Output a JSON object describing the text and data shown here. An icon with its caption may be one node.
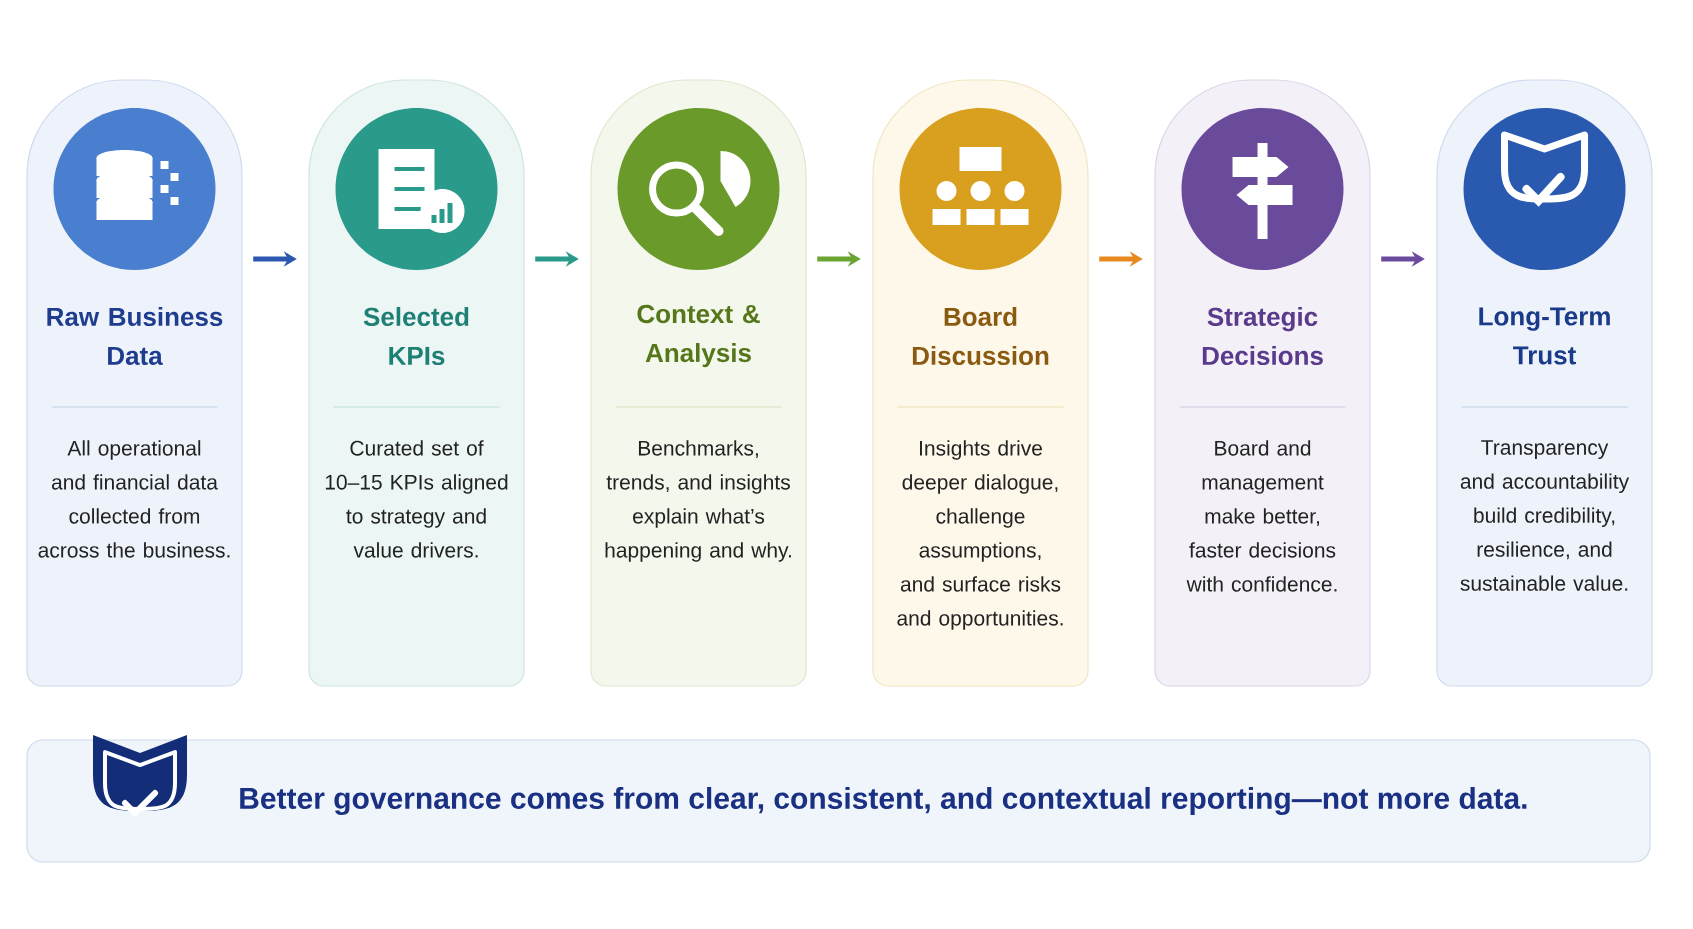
{
  "diagram": {
    "nodes": [
      {
        "text": [
          "Raw Business Data",
          "All operational and financial data collected from across the business."
        ]
      },
      {
        "text": [
          "Selected KPIs",
          "Curated set of 10–15 KPIs aligned to strategy and value drivers."
        ]
      },
      {
        "text": [
          "Context & Analysis",
          "Benchmarks, trends, and insights explain what’s happening and why."
        ]
      },
      {
        "text": [
          "Board Discussion",
          "Insights drive deeper dialogue, challenge assumptions, and surface risks and opportunities."
        ]
      },
      {
        "text": [
          "Strategic Decisions",
          "Board and management make better, faster decisions with confidence."
        ]
      },
      {
        "text": [
          "Long-Term Trust",
          "Transparency and accountability build credibility, resilience, and sustainable value."
        ]
      },
      {
        "text": [
          "Better governance comes from clear, consistent, and contextual reporting—not more data."
        ]
      }
    ],
    "edges": [
      {
        "from": 0,
        "to": 1,
        "arrow": "to",
        "color": "#2b57b0"
      },
      {
        "from": 1,
        "to": 2,
        "arrow": "to",
        "color": "#2a9a8a"
      },
      {
        "from": 2,
        "to": 3,
        "arrow": "to",
        "color": "#6aa532"
      },
      {
        "from": 3,
        "to": 4,
        "arrow": "to",
        "color": "#e8891f"
      },
      {
        "from": 4,
        "to": 5,
        "arrow": "to",
        "color": "#6a4a9c"
      }
    ]
  }
}
